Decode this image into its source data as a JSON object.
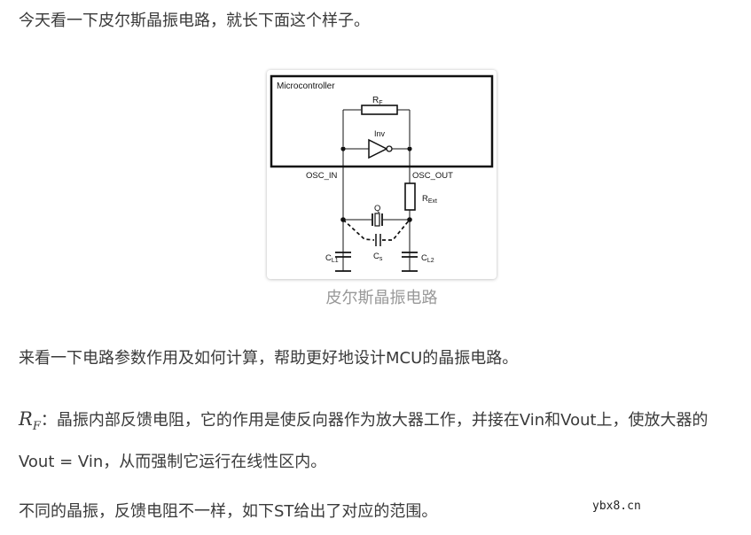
{
  "paragraphs": {
    "intro": "今天看一下皮尔斯晶振电路，就长下面这个样子。",
    "purpose": "来看一下电路参数作用及如何计算，帮助更好地设计MCU的晶振电路。",
    "rf_symbol": "R",
    "rf_subscript": "F",
    "rf_colon": "：",
    "rf_description": "晶振内部反馈电阻，它的作用是使反向器作为放大器工作，并接在Vin和Vout上，使放大器的Vout = Vin，从而强制它运行在线性区内。",
    "range_note": "不同的晶振，反馈电阻不一样，如下ST给出了对应的范围。"
  },
  "figure": {
    "caption": "皮尔斯晶振电路",
    "labels": {
      "microcontroller": "Microcontroller",
      "rf": "R",
      "rf_sub": "F",
      "inv": "Inv",
      "osc_in": "OSC_IN",
      "osc_out": "OSC_OUT",
      "rext": "R",
      "rext_sub": "Ext",
      "q": "Q",
      "cl1": "C",
      "cl1_sub": "L1",
      "cs": "C",
      "cs_sub": "s",
      "cl2": "C",
      "cl2_sub": "L2"
    }
  },
  "watermark": "ybx8.cn"
}
